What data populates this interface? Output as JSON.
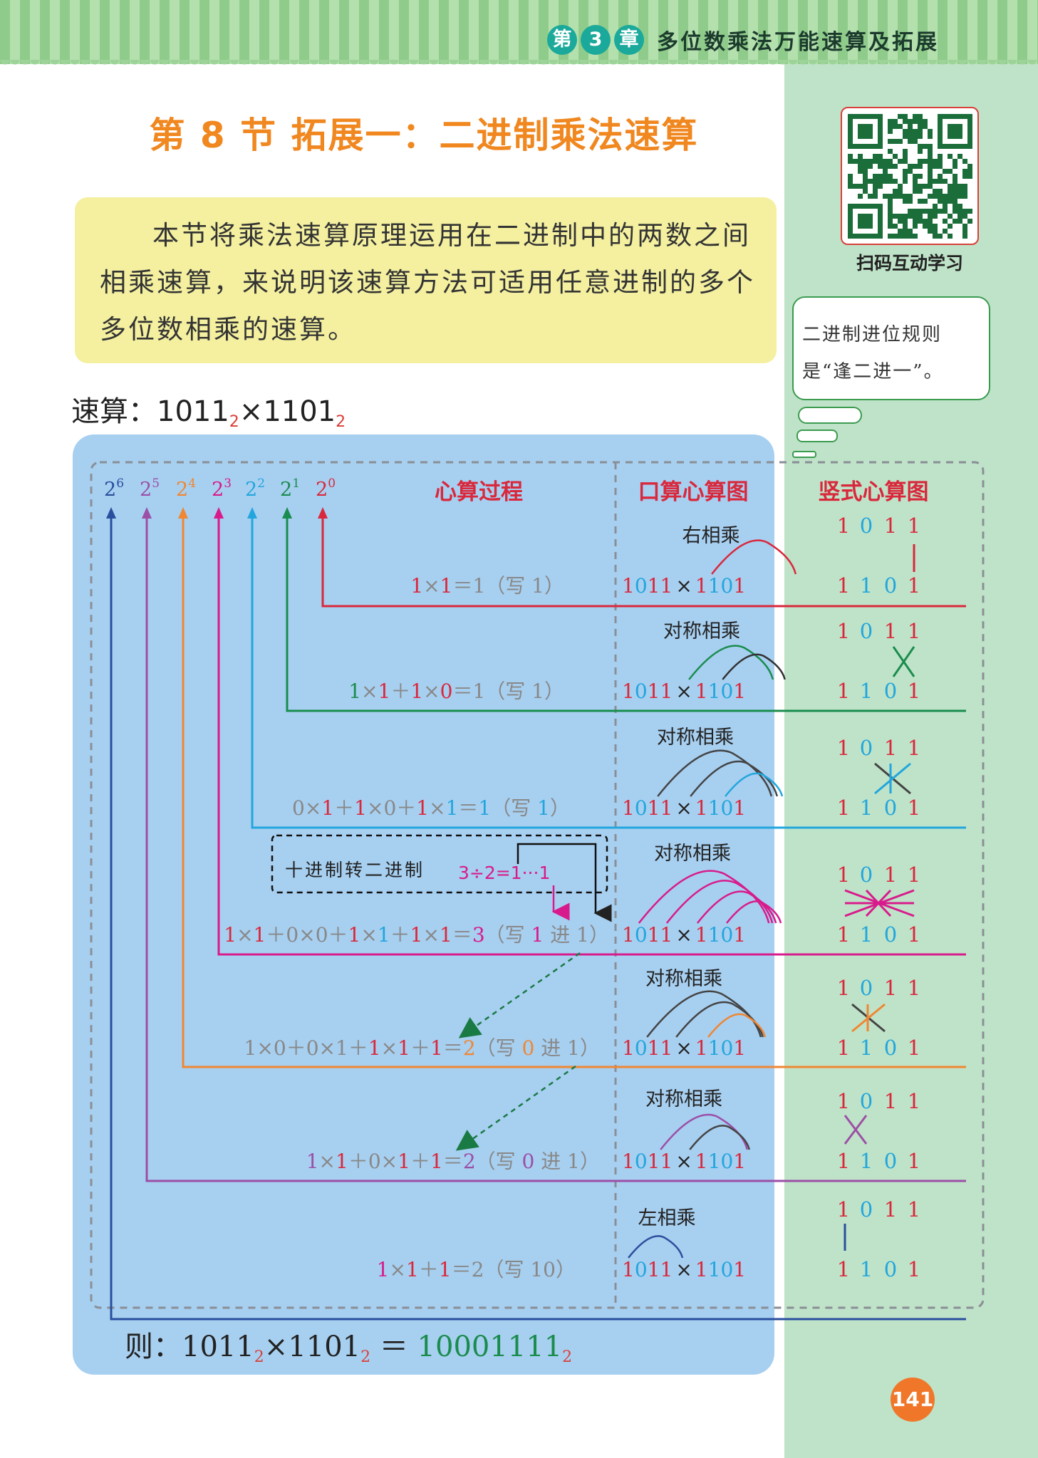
{
  "header": {
    "chapter_prefix": "第",
    "chapter_number": "3",
    "chapter_suffix": "章",
    "chapter_title": "多位数乘法万能速算及拓展"
  },
  "section_title": "第 8 节  拓展一：二进制乘法速算",
  "intro": "本节将乘法速算原理运用在二进制中的两数之间相乘速算，来说明该速算方法可适用任意进制的多个多位数相乘的速算。",
  "sidebar": {
    "qr_caption": "扫码互动学习",
    "note": "二进制进位规则是“逢二进一”。"
  },
  "formula": {
    "label": "速算：",
    "a": "1011",
    "times": "×",
    "b": "1101",
    "base": "2"
  },
  "columns": {
    "process": "心算过程",
    "oral": "口算心算图",
    "vertical": "竖式心算图"
  },
  "powers": [
    {
      "base": "2",
      "exp": "6",
      "color": "#2a4f9e"
    },
    {
      "base": "2",
      "exp": "5",
      "color": "#9b4fa6"
    },
    {
      "base": "2",
      "exp": "4",
      "color": "#ef8733"
    },
    {
      "base": "2",
      "exp": "3",
      "color": "#d81b8c"
    },
    {
      "base": "2",
      "exp": "2",
      "color": "#22a6dd"
    },
    {
      "base": "2",
      "exp": "1",
      "color": "#1a8c4e"
    },
    {
      "base": "2",
      "exp": "0",
      "color": "#d9283c"
    }
  ],
  "operand_top": "1011",
  "operand_bottom": "1101",
  "rows": [
    {
      "method": "右相乘",
      "equation": "1×1＝1（写 1）"
    },
    {
      "method": "对称相乘",
      "equation": "1×1＋1×0＝1（写 1）"
    },
    {
      "method": "对称相乘",
      "equation": "0×1＋1×0＋1×1＝1（写 1）"
    },
    {
      "method": "对称相乘",
      "equation": "1×1＋0×0＋1×1＋1×1＝3（写 1 进 1）"
    },
    {
      "method": "对称相乘",
      "equation": "1×0＋0×1＋1×1＋1＝2（写 0 进 1）"
    },
    {
      "method": "对称相乘",
      "equation": "1×1＋0×1＋1＝2（写 0 进 1）"
    },
    {
      "method": "左相乘",
      "equation": "1×1＋1＝2（写 10）"
    }
  ],
  "conversion": {
    "label": "十进制转二进制",
    "expr": "3÷2=1···1"
  },
  "result": {
    "label": "则：",
    "a": "1011",
    "b": "1101",
    "eq": "＝",
    "value": "10001111",
    "base": "2"
  },
  "page_number": "141",
  "colors": {
    "title_orange": "#f0871f",
    "red": "#d9283c",
    "green": "#1a8c4e",
    "blue": "#22a6dd",
    "magenta": "#d81b8c",
    "orange": "#ef8733",
    "purple": "#9b4fa6",
    "navy": "#2a4f9e",
    "gray": "#888888",
    "panel": "#a7cff0"
  }
}
